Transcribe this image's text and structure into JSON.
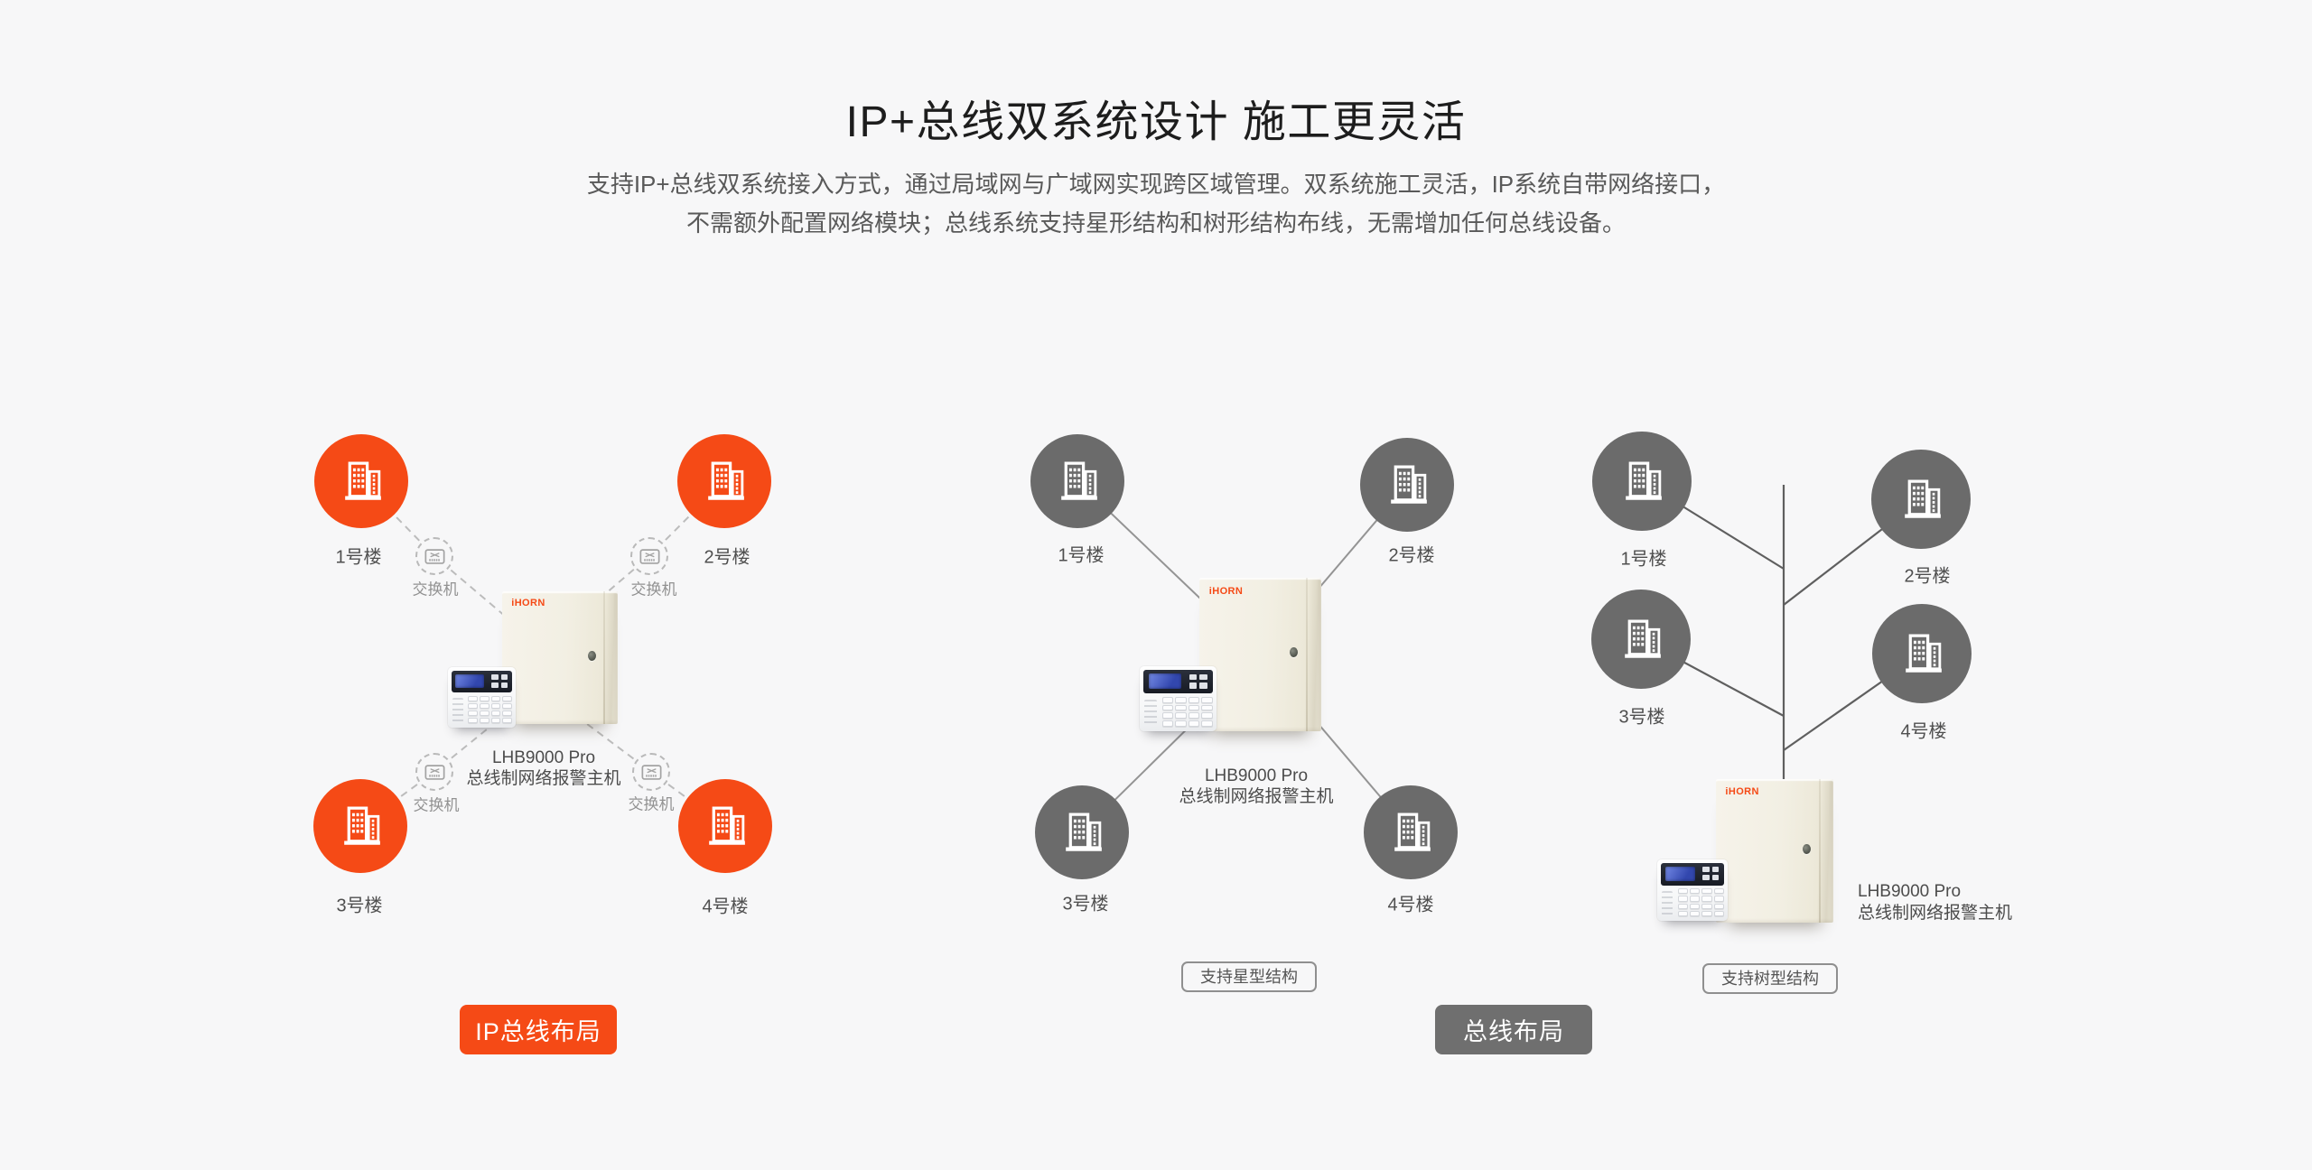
{
  "header": {
    "title": "IP+总线双系统设计 施工更灵活",
    "description_lines": [
      "支持IP+总线双系统接入方式，通过局域网与广域网实现跨区域管理。双系统施工灵活，IP系统自带网络接口，",
      "不需额外配置网络模块；总线系统支持星形结构和树形结构布线，无需增加任何总线设备。"
    ]
  },
  "brand": {
    "logo": "iHORN",
    "accent_color": "#f54a16"
  },
  "device": {
    "model": "LHB9000 Pro",
    "name": "总线制网络报警主机"
  },
  "labels": {
    "building_1": "1号楼",
    "building_2": "2号楼",
    "building_3": "3号楼",
    "building_4": "4号楼",
    "switch": "交换机"
  },
  "ip_diagram": {
    "button": "IP总线布局",
    "node_color": "#f54a16"
  },
  "bus_diagram": {
    "button": "总线布局",
    "star_badge": "支持星型结构",
    "tree_badge": "支持树型结构",
    "node_color": "#6b6b6b",
    "button_color": "#6f6f6f"
  }
}
